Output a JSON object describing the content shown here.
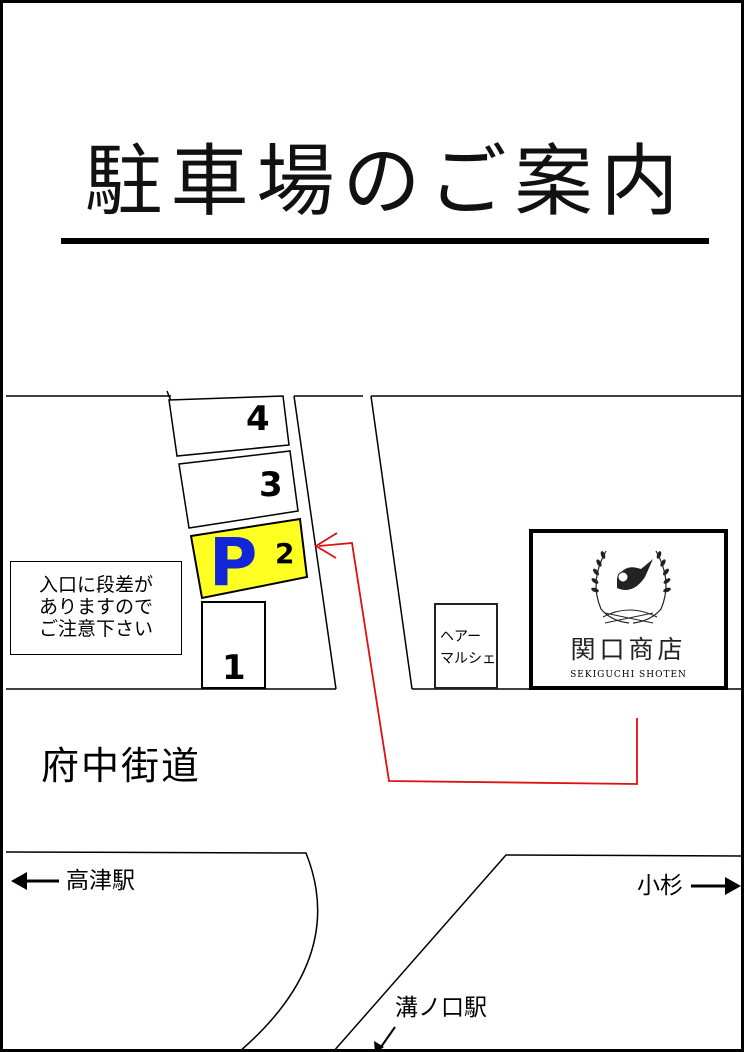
{
  "title": "駐車場のご案内",
  "parking": {
    "slots": [
      {
        "number": "4"
      },
      {
        "number": "3"
      },
      {
        "number": "2"
      },
      {
        "number": "1"
      }
    ],
    "highlight_letter": "P",
    "highlight_color": "#ffff22",
    "letter_color": "#1226d8"
  },
  "notice": {
    "lines": [
      "入口に段差が",
      "ありますので",
      "ご注意下さい"
    ]
  },
  "hair_salon": {
    "lines": [
      "ヘアー",
      "マルシェ"
    ]
  },
  "shop": {
    "name": "関口商店",
    "romaji": "SEKIGUCHI SHOTEN",
    "logo": "bird-wreath-logo"
  },
  "road": {
    "name": "府中街道"
  },
  "destinations": {
    "left": "高津駅",
    "right": "小杉",
    "bottom": "溝ノ口駅"
  },
  "route_color": "#dd1111"
}
